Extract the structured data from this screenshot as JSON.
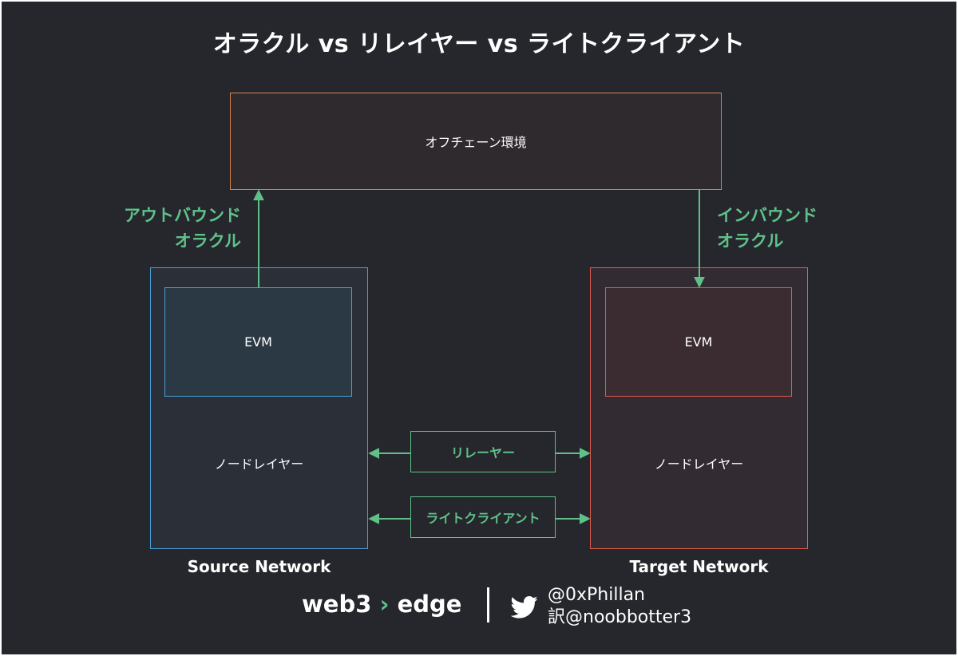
{
  "title": "オラクル vs リレイヤー vs ライトクライアント",
  "offchain_label": "オフチェーン環境",
  "outbound_oracle": [
    "アウトバウンド",
    "オラクル"
  ],
  "inbound_oracle": [
    "インバウンド",
    "オラクル"
  ],
  "source": {
    "evm_label": "EVM",
    "node_layer_label": "ノードレイヤー",
    "network_label": "Source Network"
  },
  "target": {
    "evm_label": "EVM",
    "node_layer_label": "ノードレイヤー",
    "network_label": "Target Network"
  },
  "relayer_label": "リレーヤー",
  "light_client_label": "ライトクライアント",
  "footer": {
    "brand_part1": "web3",
    "brand_chevron": "›",
    "brand_part2": "edge",
    "handle1": "@0xPhillan",
    "handle2": "訳@noobbotter3",
    "icon": "twitter-bird-icon"
  },
  "colors": {
    "background": "#25272c",
    "green": "#5fc08a",
    "blue": "#4a9fd8",
    "red": "#e3584c",
    "orange": "#d9824e"
  }
}
